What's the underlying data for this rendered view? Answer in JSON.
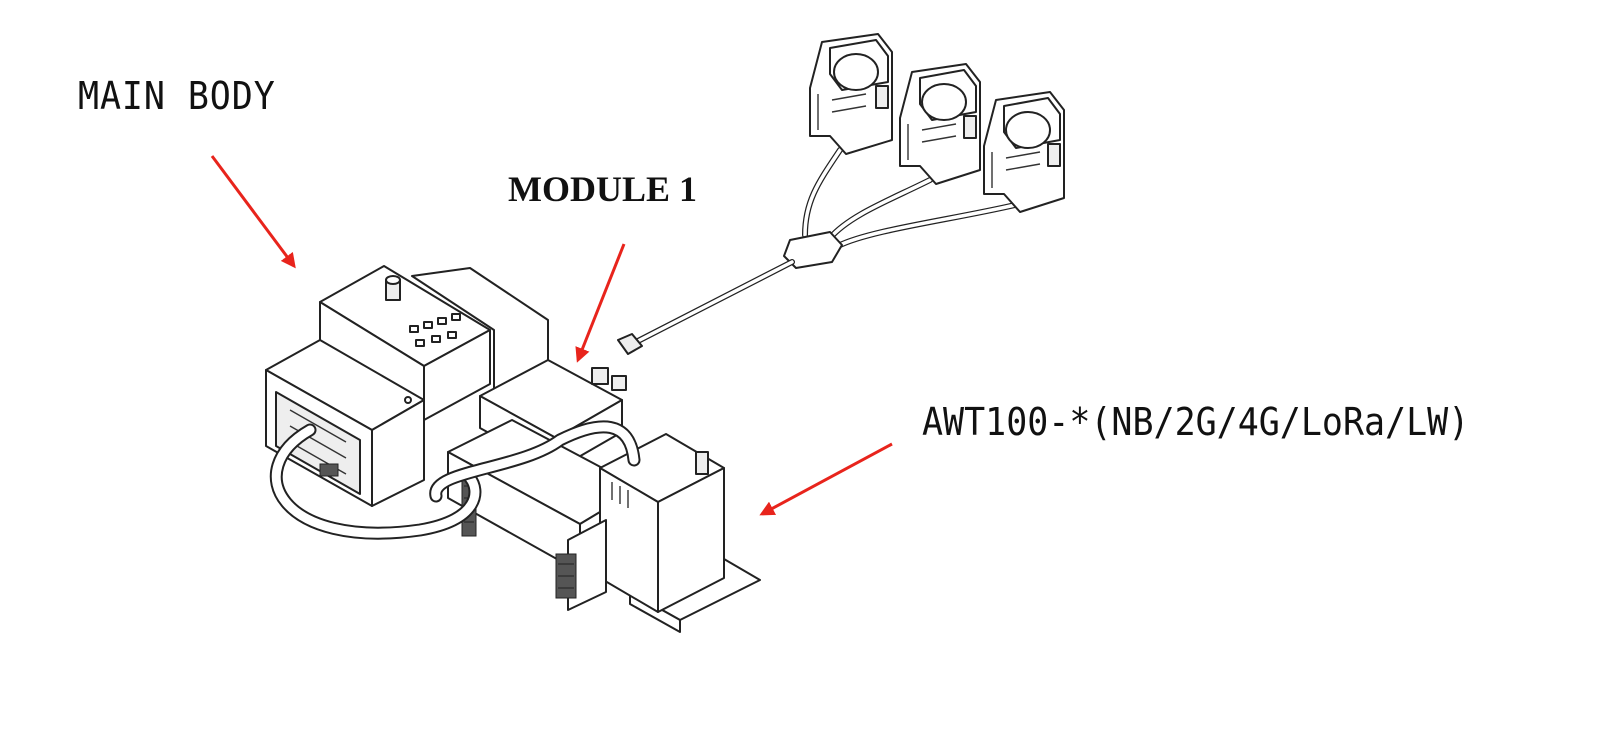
{
  "labels": {
    "main_body": "MAIN BODY",
    "module_1": "MODULE 1",
    "awt": "AWT100-*(NB/2G/4G/LoRa/LW)"
  },
  "colors": {
    "arrow": "#e8241c",
    "text": "#111111",
    "line": "#222222",
    "background": "#ffffff"
  }
}
